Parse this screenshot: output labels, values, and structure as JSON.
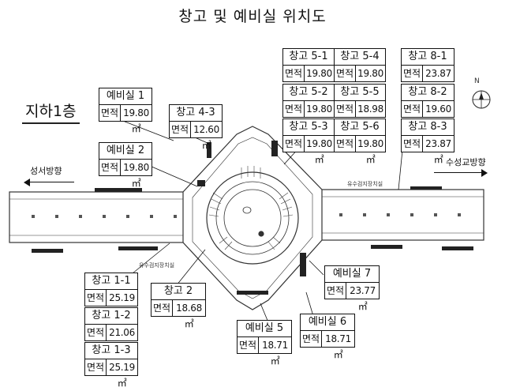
{
  "title": "창고 및 예비실 위치도",
  "floor_label": "지하1층",
  "directions": {
    "west": "성서방향",
    "east": "수성교방향"
  },
  "north_label": "N",
  "drain_label": "유수검지장치실",
  "area_label": "면적",
  "rooms": [
    {
      "name": "예비실 1",
      "area": "19.80㎡"
    },
    {
      "name": "예비실 2",
      "area": "19.80㎡"
    },
    {
      "name": "창고 4-3",
      "area": "12.60㎡"
    },
    {
      "name": "창고 5-1",
      "area": "19.80㎡"
    },
    {
      "name": "창고 5-4",
      "area": "19.80㎡"
    },
    {
      "name": "창고 5-2",
      "area": "19.80㎡"
    },
    {
      "name": "창고 5-5",
      "area": "18.98㎡"
    },
    {
      "name": "창고 5-3",
      "area": "19.80㎡"
    },
    {
      "name": "창고 5-6",
      "area": "19.80㎡"
    },
    {
      "name": "창고 8-1",
      "area": "23.87㎡"
    },
    {
      "name": "창고 8-2",
      "area": "19.60㎡"
    },
    {
      "name": "창고 8-3",
      "area": "23.87㎡"
    },
    {
      "name": "창고 1-1",
      "area": "25.19㎡"
    },
    {
      "name": "창고 1-2",
      "area": "21.06㎡"
    },
    {
      "name": "창고 1-3",
      "area": "25.19㎡"
    },
    {
      "name": "창고 2",
      "area": "18.68㎡"
    },
    {
      "name": "예비실 5",
      "area": "18.71㎡"
    },
    {
      "name": "예비실 6",
      "area": "18.71㎡"
    },
    {
      "name": "예비실 7",
      "area": "23.77㎡"
    }
  ]
}
